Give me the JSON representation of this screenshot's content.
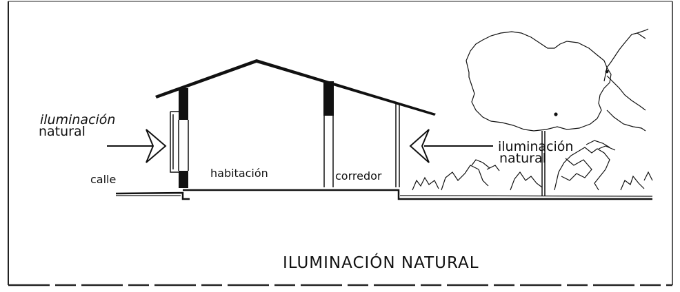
{
  "labels": {
    "left_light_line1": "iluminación",
    "left_light_line2": "natural",
    "right_light_line1": "iluminación",
    "right_light_line2": "natural",
    "street": "calle",
    "room": "habitación",
    "corridor": "corredor"
  },
  "title": "ILUMINACIÓN NATURAL"
}
